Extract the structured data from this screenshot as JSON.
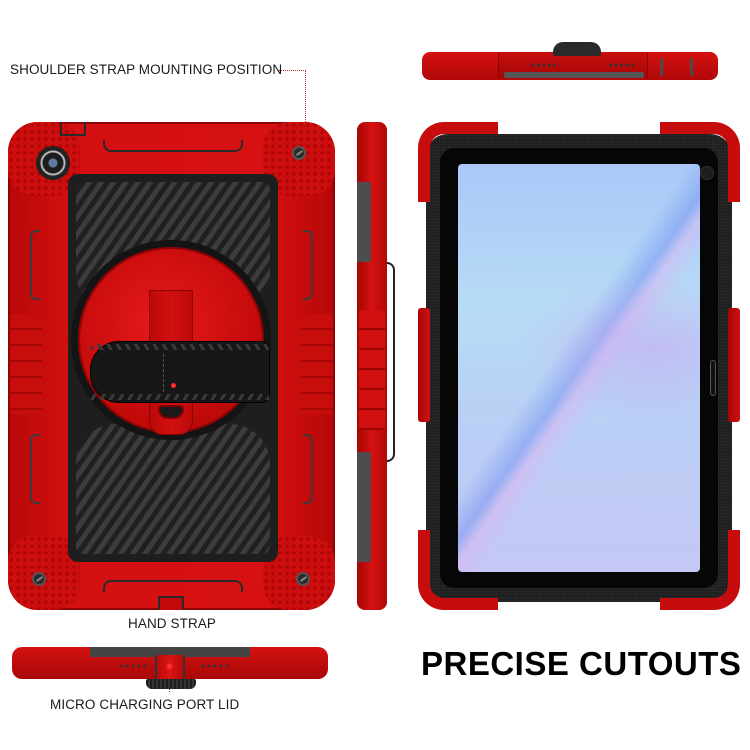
{
  "callouts": {
    "shoulder_strap": "SHOULDER STRAP MOUNTING POSITION",
    "hand_strap": "HAND STRAP",
    "charging_port": "MICRO CHARGING PORT LID"
  },
  "headline": "PRECISE CUTOUTS",
  "product": {
    "views": [
      "back",
      "side",
      "front",
      "top-edge",
      "bottom-edge"
    ],
    "colors": {
      "shell_red": "#c80d0d",
      "panel_black": "#1e1e1e",
      "carbon_grey": "#3c3c3c",
      "screen_blue": "#b7d4f6",
      "leader_line": "#b33333"
    }
  }
}
